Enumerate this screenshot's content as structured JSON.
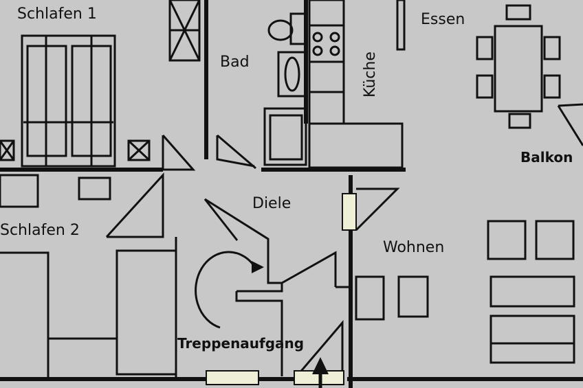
{
  "colors": {
    "background": "#c8c8c8",
    "line": "#111111",
    "fixture_fill": "#c8c8c8",
    "window_fill": "#efeed6"
  },
  "rooms": {
    "schlafen1": "Schlafen 1",
    "bad": "Bad",
    "kueche": "Küche",
    "essen": "Essen",
    "balkon": "Balkon",
    "diele": "Diele",
    "schlafen2": "Schlafen 2",
    "wohnen": "Wohnen",
    "treppenaufgang": "Treppenaufgang"
  },
  "icons": {
    "stair_turn": "curved-arrow-icon",
    "entrance": "up-arrow-icon"
  }
}
